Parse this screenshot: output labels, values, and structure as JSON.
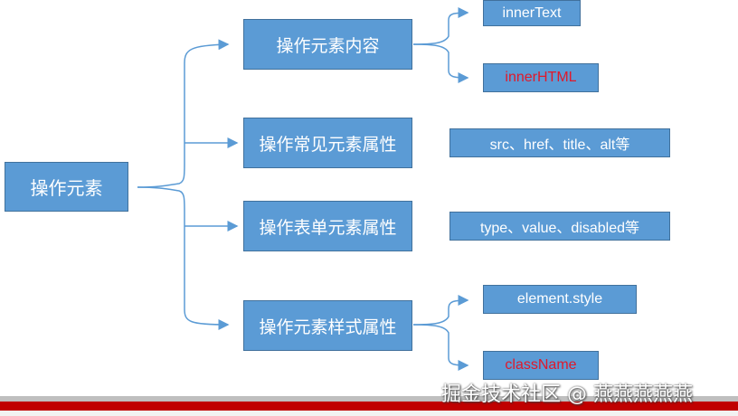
{
  "root": {
    "label": "操作元素"
  },
  "branches": [
    {
      "label": "操作元素内容",
      "children": [
        {
          "label": "innerText",
          "color": "#ffffff"
        },
        {
          "label": "innerHTML",
          "color": "#e0192b"
        }
      ]
    },
    {
      "label": "操作常见元素属性",
      "children": [
        {
          "label": "src、href、title、alt等",
          "color": "#ffffff"
        }
      ]
    },
    {
      "label": "操作表单元素属性",
      "children": [
        {
          "label": "type、value、disabled等",
          "color": "#ffffff"
        }
      ]
    },
    {
      "label": "操作元素样式属性",
      "children": [
        {
          "label": "element.style",
          "color": "#ffffff"
        },
        {
          "label": "className",
          "color": "#e0192b"
        }
      ]
    }
  ],
  "watermark": "掘金技术社区 @ 燕燕燕燕燕",
  "colors": {
    "box_fill": "#5b9bd5",
    "box_border": "#41719c",
    "connector": "#5b9bd5",
    "highlight_text": "#e0192b",
    "footer_bar": "#c00000"
  }
}
